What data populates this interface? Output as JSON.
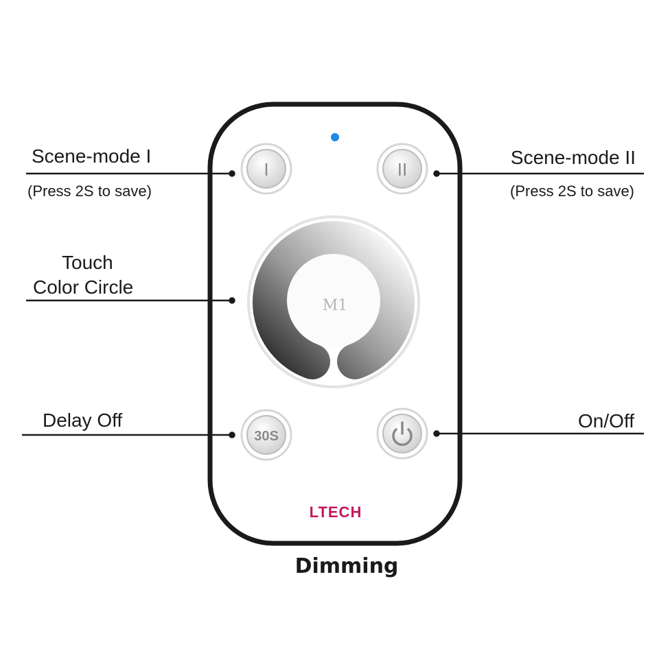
{
  "labels": {
    "scene_mode_1": "Scene-mode I",
    "scene_mode_1_hint": "(Press 2S to save)",
    "scene_mode_2": "Scene-mode II",
    "scene_mode_2_hint": "(Press 2S to save)",
    "touch_color_circle_line1": "Touch",
    "touch_color_circle_line2": "Color Circle",
    "delay_off": "Delay Off",
    "on_off": "On/Off"
  },
  "remote": {
    "button_1": "I",
    "button_2": "II",
    "wheel_center": "M1",
    "button_delay": "30S",
    "brand": "LTECH",
    "indicator_color": "#1e88e5",
    "brand_color": "#c2185b"
  },
  "caption": "Dimming"
}
